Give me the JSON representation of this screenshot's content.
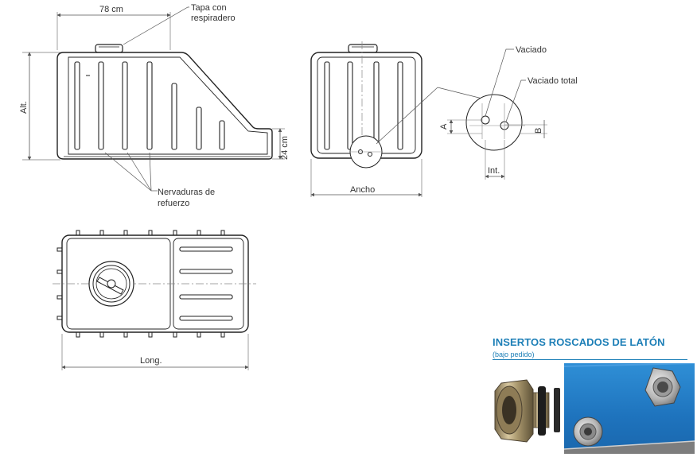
{
  "labels": {
    "width_78": "78 cm",
    "tapa_line1": "Tapa con",
    "tapa_line2": "respiradero",
    "alt": "Alt.",
    "h24": "24 cm",
    "nervaduras_line1": "Nervaduras de",
    "nervaduras_line2": "refuerzo",
    "ancho": "Ancho",
    "vaciado": "Vaciado",
    "vaciado_total": "Vaciado total",
    "a": "A",
    "b": "B",
    "int": "Int.",
    "long": "Long."
  },
  "inserts": {
    "title": "INSERTOS ROSCADOS DE LATÓN",
    "subtitle": "(bajo pedido)"
  },
  "colors": {
    "line": "#222222",
    "dimension": "#555555",
    "accent_blue": "#1d7fb7",
    "photo_blue": "#1e73bd"
  }
}
